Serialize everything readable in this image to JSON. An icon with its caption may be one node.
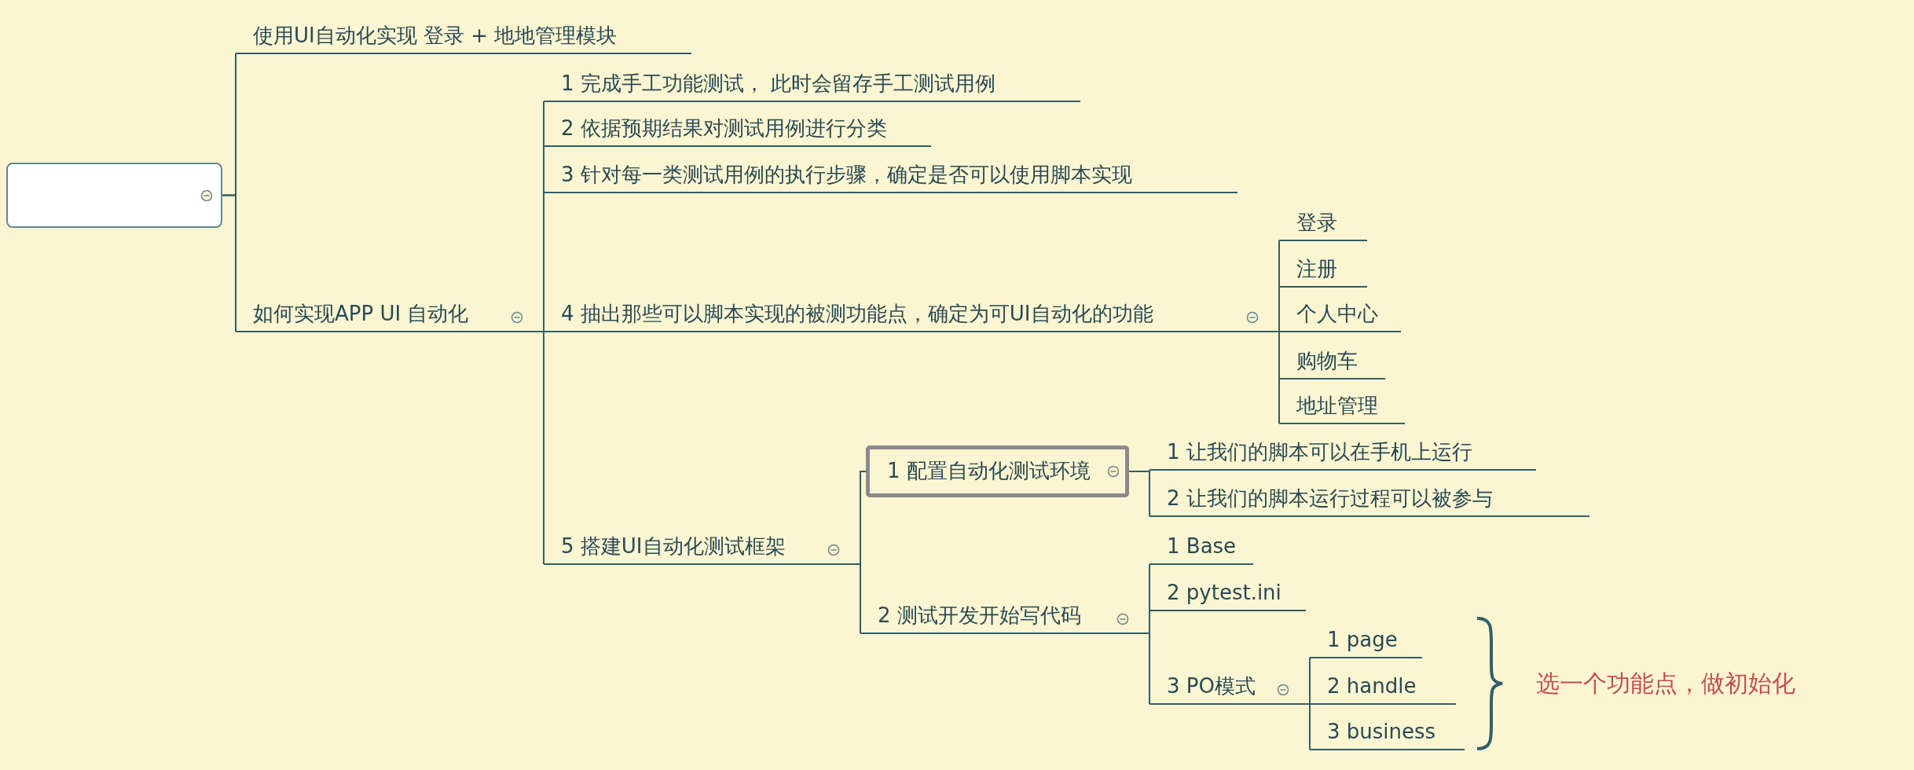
{
  "diagram": {
    "nodes": [
      {
        "text": [],
        "shape": "box"
      },
      {
        "text": [
          "使用UI自动化实现 登录 + 地地管理模块"
        ]
      },
      {
        "text": [
          "如何实现APP UI 自动化"
        ]
      },
      {
        "text": [
          "1 完成手工功能测试， 此时会留存手工测试用例"
        ]
      },
      {
        "text": [
          "2 依据预期结果对测试用例进行分类"
        ]
      },
      {
        "text": [
          "3 针对每一类测试用例的执行步骤，确定是否可以使用脚本实现"
        ]
      },
      {
        "text": [
          "4 抽出那些可以脚本实现的被测功能点，确定为可UI自动化的功能"
        ]
      },
      {
        "text": [
          "登录"
        ]
      },
      {
        "text": [
          "注册"
        ]
      },
      {
        "text": [
          "个人中心"
        ]
      },
      {
        "text": [
          "购物车"
        ]
      },
      {
        "text": [
          "地址管理"
        ]
      },
      {
        "text": [
          "5 搭建UI自动化测试框架"
        ]
      },
      {
        "text": [
          "1 配置自动化测试环境"
        ]
      },
      {
        "text": [
          "1 让我们的脚本可以在手机上运行"
        ]
      },
      {
        "text": [
          "2 让我们的脚本运行过程可以被参与"
        ]
      },
      {
        "text": [
          "2 测试开发开始写代码"
        ]
      },
      {
        "text": [
          "1 Base"
        ]
      },
      {
        "text": [
          "2 pytest.ini"
        ]
      },
      {
        "text": [
          "3 PO模式"
        ]
      },
      {
        "text": [
          "1 page"
        ]
      },
      {
        "text": [
          "2 handle"
        ]
      },
      {
        "text": [
          "3 business"
        ]
      }
    ],
    "edges": [
      {
        "from": 0,
        "to": 1,
        "arrow": "none"
      },
      {
        "from": 0,
        "to": 2,
        "arrow": "none"
      },
      {
        "from": 2,
        "to": 3,
        "arrow": "none"
      },
      {
        "from": 2,
        "to": 4,
        "arrow": "none"
      },
      {
        "from": 2,
        "to": 5,
        "arrow": "none"
      },
      {
        "from": 2,
        "to": 6,
        "arrow": "none"
      },
      {
        "from": 2,
        "to": 12,
        "arrow": "none"
      },
      {
        "from": 6,
        "to": 7,
        "arrow": "none"
      },
      {
        "from": 6,
        "to": 8,
        "arrow": "none"
      },
      {
        "from": 6,
        "to": 9,
        "arrow": "none"
      },
      {
        "from": 6,
        "to": 10,
        "arrow": "none"
      },
      {
        "from": 6,
        "to": 11,
        "arrow": "none"
      },
      {
        "from": 12,
        "to": 13,
        "arrow": "none"
      },
      {
        "from": 12,
        "to": 16,
        "arrow": "none"
      },
      {
        "from": 13,
        "to": 14,
        "arrow": "none"
      },
      {
        "from": 13,
        "to": 15,
        "arrow": "none"
      },
      {
        "from": 16,
        "to": 17,
        "arrow": "none"
      },
      {
        "from": 16,
        "to": 18,
        "arrow": "none"
      },
      {
        "from": 16,
        "to": 19,
        "arrow": "none"
      },
      {
        "from": 19,
        "to": 20,
        "arrow": "none"
      },
      {
        "from": 19,
        "to": 21,
        "arrow": "none"
      },
      {
        "from": 19,
        "to": 22,
        "arrow": "none"
      }
    ],
    "labels": [
      "选一个功能点，做初始化"
    ]
  }
}
